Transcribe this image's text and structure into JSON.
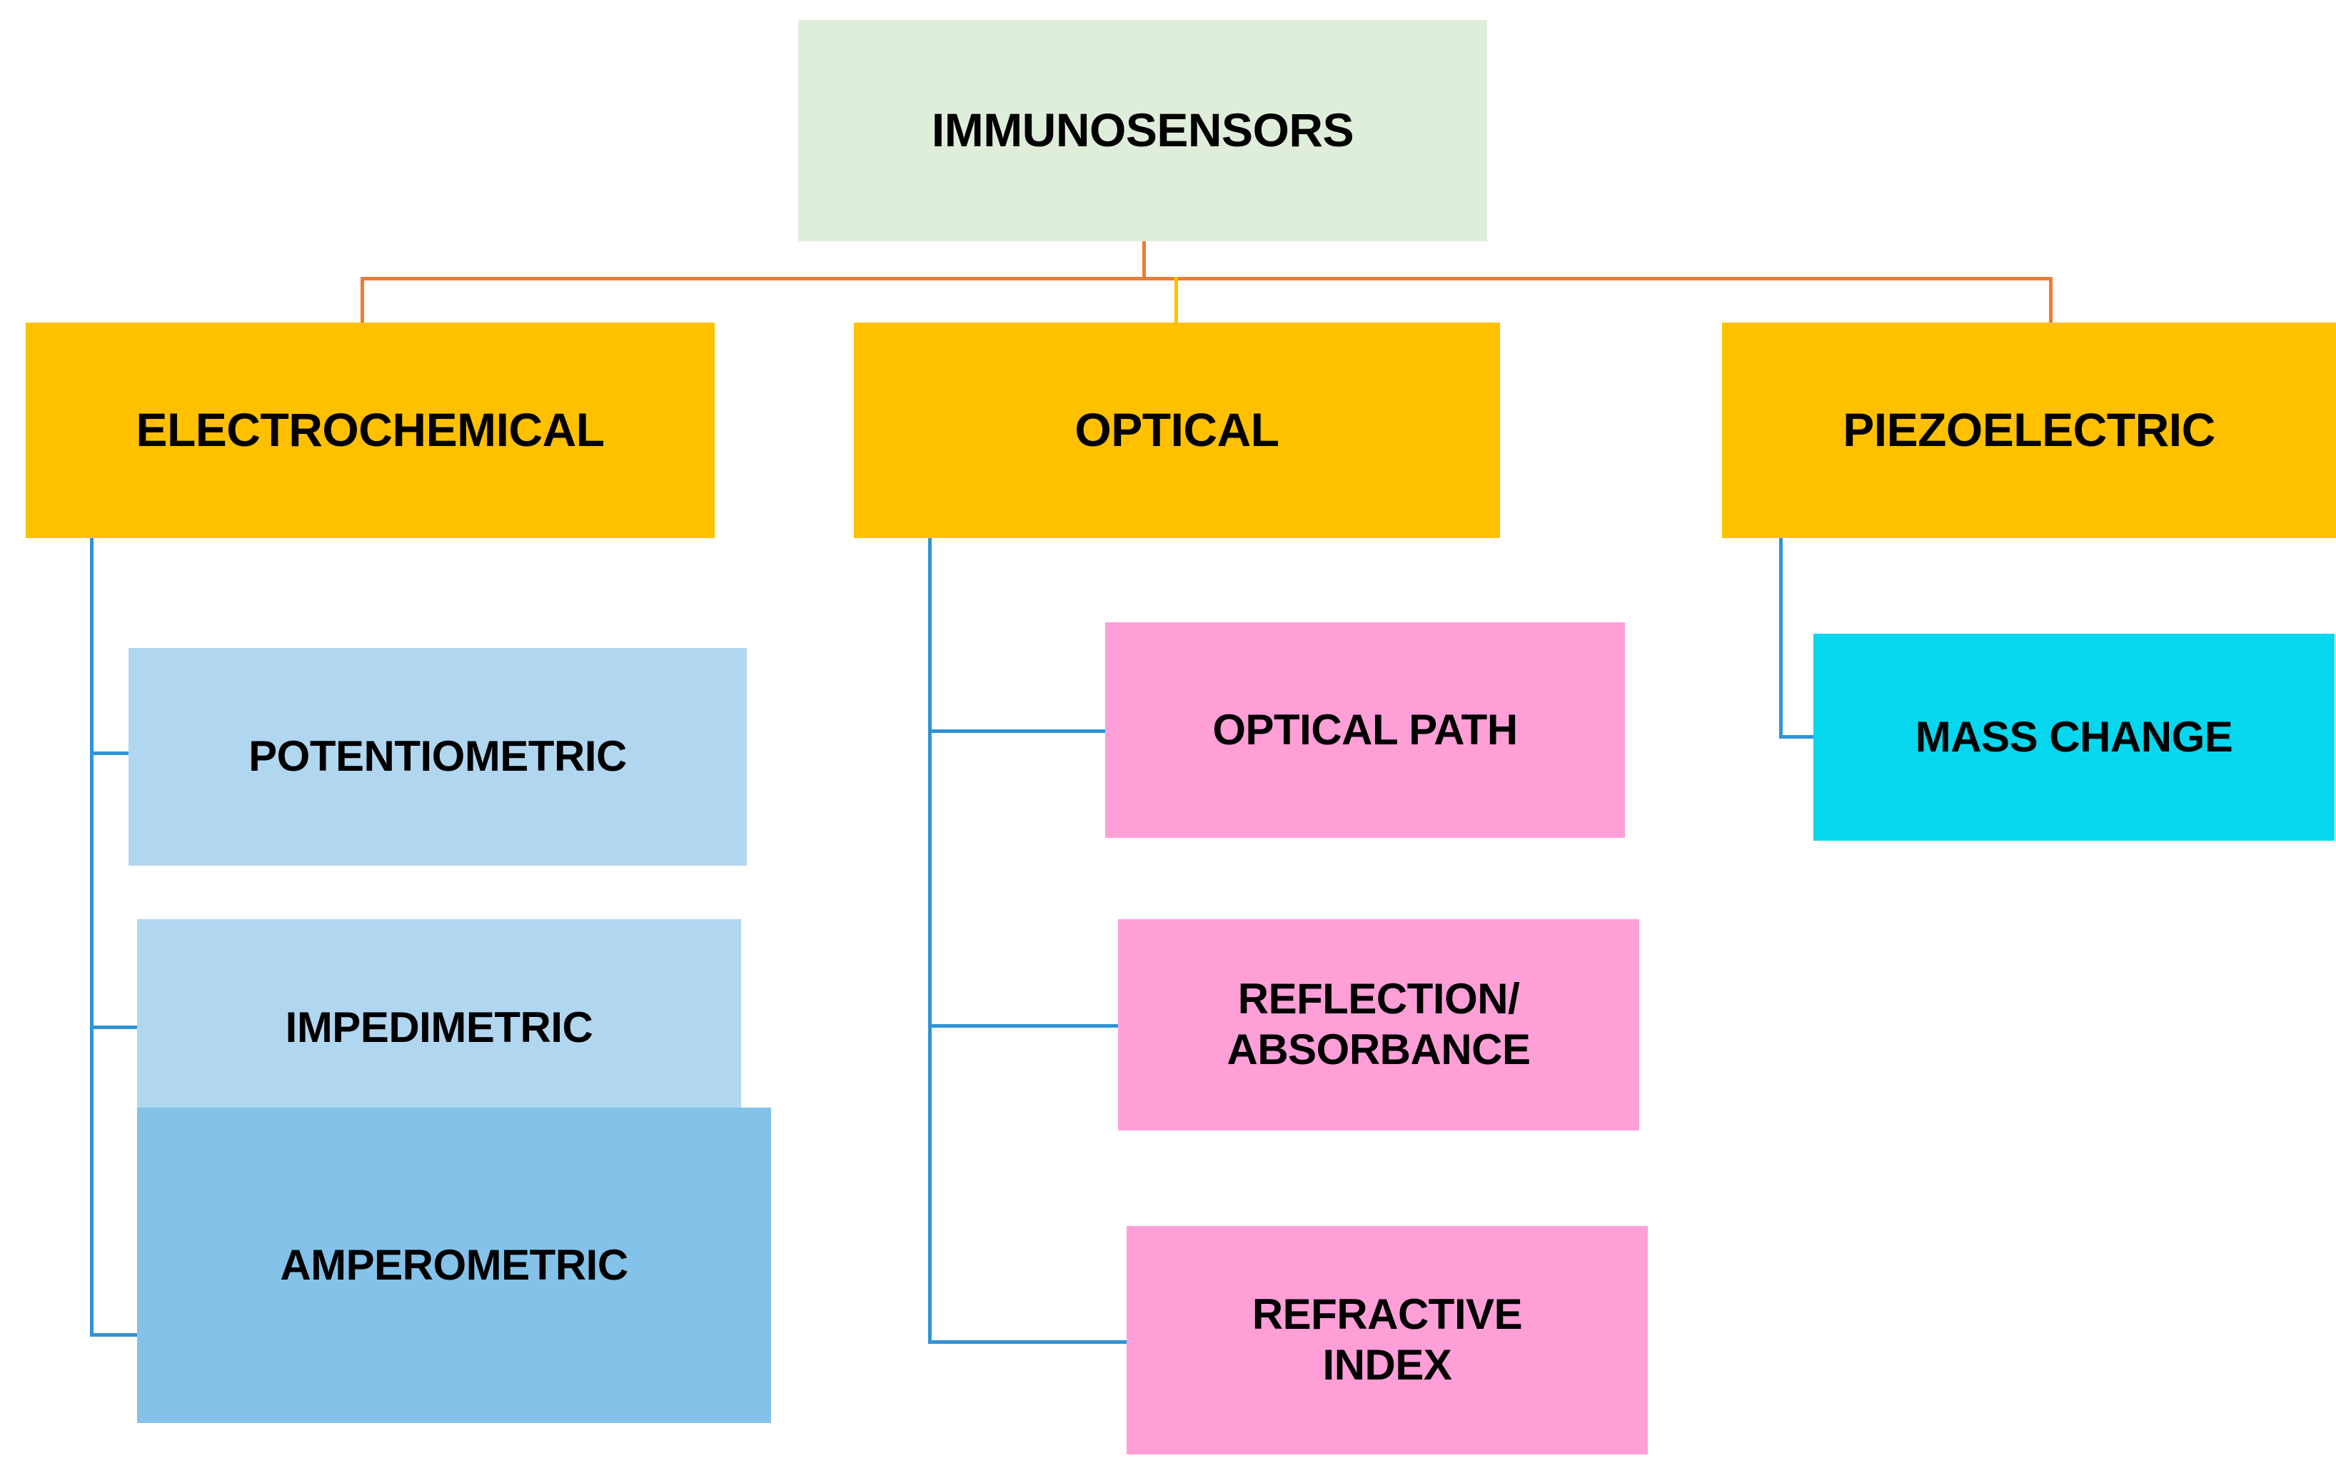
{
  "diagram": {
    "type": "hierarchy-tree",
    "title": "Immunosensors classification",
    "root": {
      "id": "root",
      "label": "IMMUNOSENSORS",
      "color": "#dfeeda"
    },
    "branches": [
      {
        "id": "electrochemical",
        "label": "ELECTROCHEMICAL",
        "color": "#ffc000",
        "children": [
          {
            "id": "potentiometric",
            "label": "POTENTIOMETRIC",
            "color": "#b1d6f0"
          },
          {
            "id": "impedimetric",
            "label": "IMPEDIMETRIC",
            "color": "#b1d6f0"
          },
          {
            "id": "amperometric",
            "label": "AMPEROMETRIC",
            "color": "#84c2e9"
          }
        ]
      },
      {
        "id": "optical",
        "label": "OPTICAL",
        "color": "#ffc000",
        "children": [
          {
            "id": "optical-path",
            "label": "OPTICAL PATH",
            "color": "#ff9fd8"
          },
          {
            "id": "reflection-absorbance",
            "label": "REFLECTION/\nABSORBANCE",
            "color": "#ff9fd8"
          },
          {
            "id": "refractive-index",
            "label": "REFRACTIVE\nINDEX",
            "color": "#ff9fd8"
          }
        ]
      },
      {
        "id": "piezoelectric",
        "label": "PIEZOELECTRIC",
        "color": "#ffc000",
        "children": [
          {
            "id": "mass-change",
            "label": "MASS CHANGE",
            "color": "#06d7ee"
          }
        ]
      }
    ],
    "connector_colors": {
      "level1_orange": "#ed7d31",
      "level1_gold": "#ffc000",
      "level2_blue": "#2e94d6"
    },
    "background": "#ffffff"
  }
}
